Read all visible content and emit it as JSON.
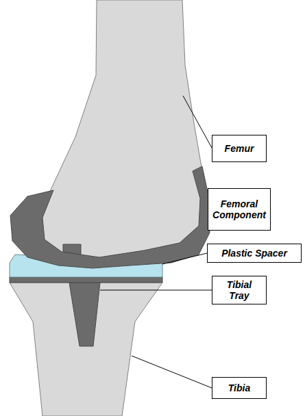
{
  "diagram": {
    "nodes": [
      {
        "text": [
          "Femur"
        ]
      },
      {
        "text": [
          "Femoral Component"
        ]
      },
      {
        "text": [
          "Plastic Spacer"
        ]
      },
      {
        "text": [
          "Tibial Tray"
        ]
      },
      {
        "text": [
          "Tibia"
        ]
      }
    ]
  }
}
